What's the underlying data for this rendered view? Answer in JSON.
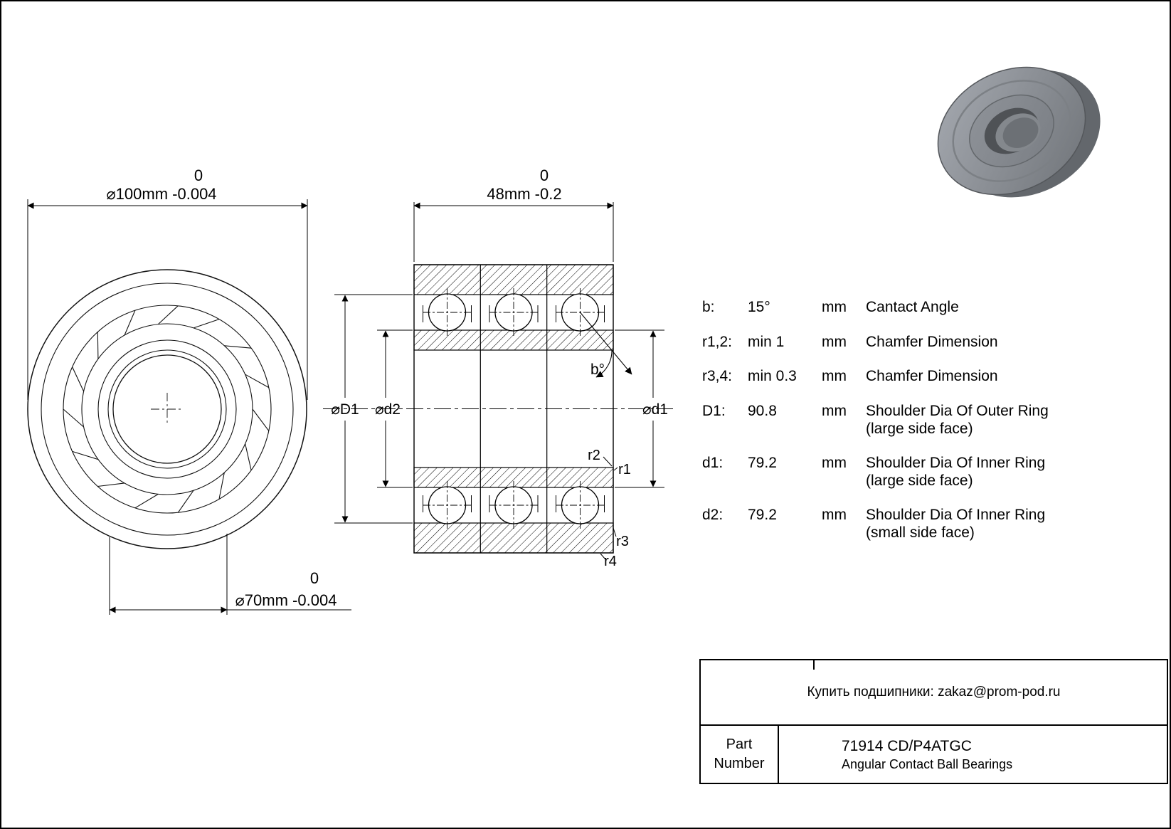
{
  "front_view": {
    "dim100_top": "0",
    "dim100": "⌀100mm -0.004",
    "dim70_top": "0",
    "dim70": "⌀70mm -0.004"
  },
  "section_view": {
    "dim48_top": "0",
    "dim48": "48mm -0.2",
    "label_D1": "⌀D1",
    "label_d2": "⌀d2",
    "label_d1": "⌀d1",
    "label_angle": "b°",
    "label_r1": "r1",
    "label_r2": "r2",
    "label_r3": "r3",
    "label_r4": "r4"
  },
  "spec_table": {
    "rows": [
      {
        "param": "b:",
        "value": "15°",
        "unit": "mm",
        "desc": "Cantact Angle",
        "desc2": ""
      },
      {
        "param": "r1,2:",
        "value": "min 1",
        "unit": "mm",
        "desc": "Chamfer Dimension",
        "desc2": ""
      },
      {
        "param": "r3,4:",
        "value": "min 0.3",
        "unit": "mm",
        "desc": "Chamfer Dimension",
        "desc2": ""
      },
      {
        "param": "D1:",
        "value": "90.8",
        "unit": "mm",
        "desc": "Shoulder Dia Of Outer Ring",
        "desc2": "(large side face)"
      },
      {
        "param": "d1:",
        "value": "79.2",
        "unit": "mm",
        "desc": "Shoulder Dia Of Inner Ring",
        "desc2": "(large side face)"
      },
      {
        "param": "d2:",
        "value": "79.2",
        "unit": "mm",
        "desc": "Shoulder Dia Of Inner Ring",
        "desc2": "(small side face)"
      }
    ]
  },
  "title_block": {
    "contact_line": "Купить подшипники: zakaz@prom-pod.ru",
    "part_label_line1": "Part",
    "part_label_line2": "Number",
    "part_number": "71914 CD/P4ATGC",
    "part_type": "Angular Contact Ball Bearings"
  }
}
